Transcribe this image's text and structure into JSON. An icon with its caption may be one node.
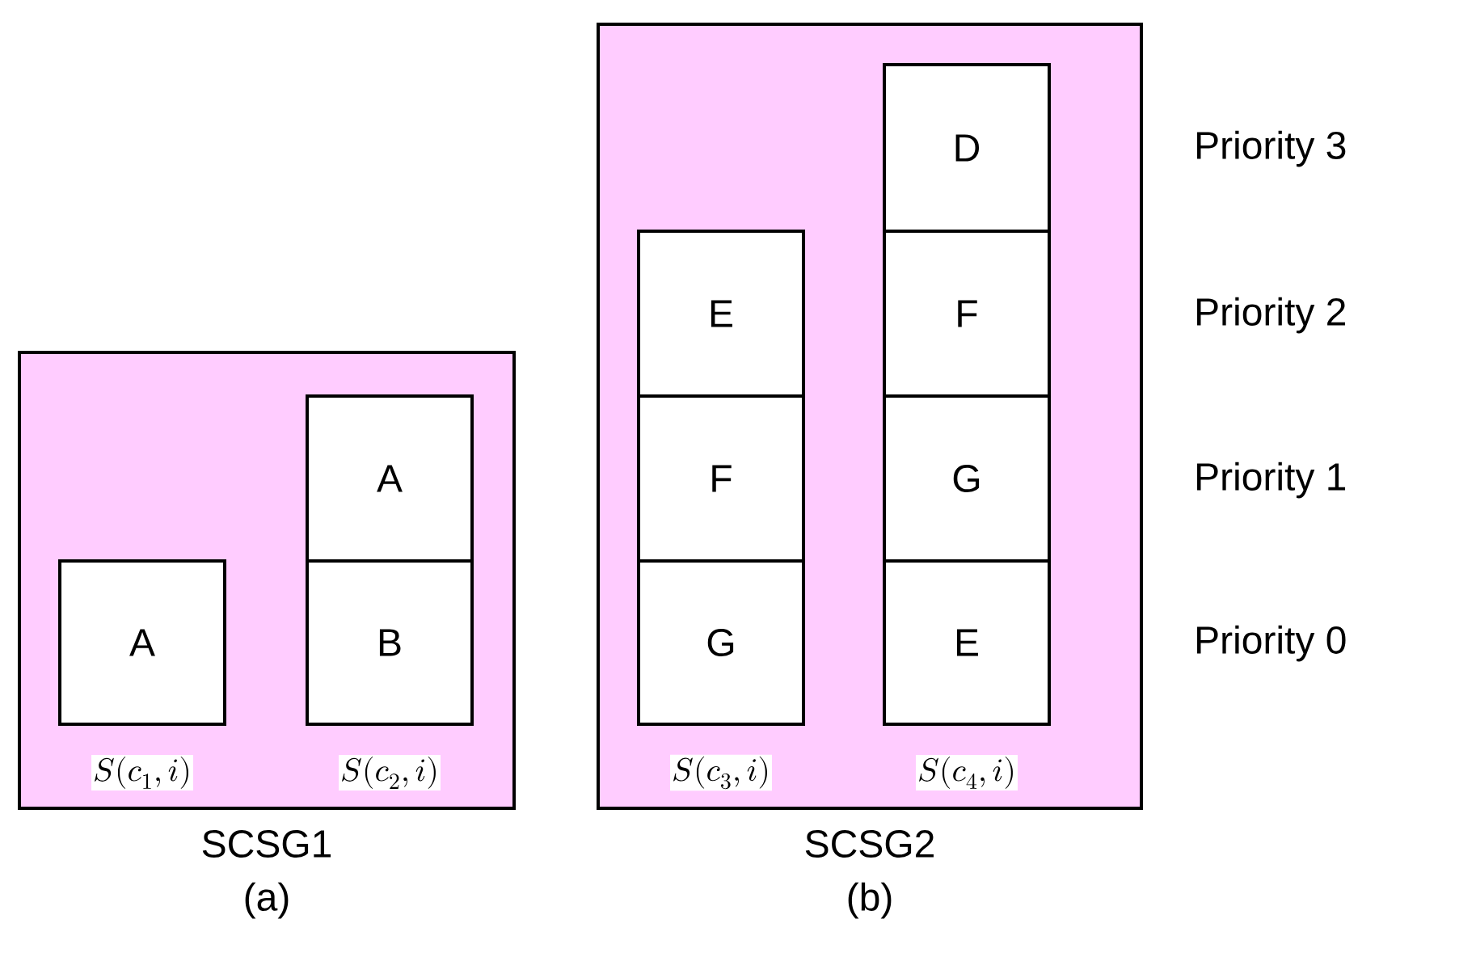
{
  "diagram": {
    "nodes": [
      {
        "text": [
          "SCSG1"
        ],
        "beside": [
          "(a)"
        ]
      },
      {
        "text": [
          "A"
        ],
        "in": 0,
        "beside": [
          "S(c_{1},i)"
        ]
      },
      {
        "text": [
          "A"
        ],
        "in": 0
      },
      {
        "text": [
          "B"
        ],
        "in": 0,
        "beside": [
          "S(c_{2},i)"
        ]
      },
      {
        "text": [
          "SCSG2"
        ],
        "beside": [
          "(b)"
        ]
      },
      {
        "text": [
          "E"
        ],
        "in": 4
      },
      {
        "text": [
          "F"
        ],
        "in": 4
      },
      {
        "text": [
          "G"
        ],
        "in": 4,
        "beside": [
          "S(c_{3},i)"
        ]
      },
      {
        "text": [
          "D"
        ],
        "in": 4
      },
      {
        "text": [
          "F"
        ],
        "in": 4
      },
      {
        "text": [
          "G"
        ],
        "in": 4
      },
      {
        "text": [
          "E"
        ],
        "in": 4,
        "beside": [
          "S(c_{4},i)"
        ]
      }
    ],
    "labels": [
      "Priority 3",
      "Priority 2",
      "Priority 1",
      "Priority 0"
    ]
  }
}
